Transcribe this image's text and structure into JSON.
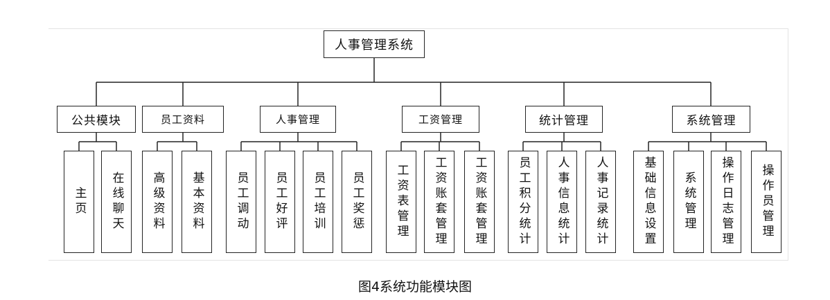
{
  "diagram": {
    "root": "人事管理系统",
    "modules": [
      {
        "label": "公共模块",
        "leaves": [
          "主页",
          "在线聊天"
        ]
      },
      {
        "label": "员工资料",
        "leaves": [
          "高级资料",
          "基本资料"
        ]
      },
      {
        "label": "人事管理",
        "leaves": [
          "员工调动",
          "员工好评",
          "员工培训",
          "员工奖惩"
        ]
      },
      {
        "label": "工资管理",
        "leaves": [
          "工资表管理",
          "工资账套管理",
          "工资账套管理"
        ]
      },
      {
        "label": "统计管理",
        "leaves": [
          "员工积分统计",
          "人事信息统计",
          "人事记录统计"
        ]
      },
      {
        "label": "系统管理",
        "leaves": [
          "基础信息设置",
          "系统管理",
          "操作日志管理",
          "操作员管理"
        ]
      }
    ]
  },
  "caption": "图4系统功能模块图"
}
